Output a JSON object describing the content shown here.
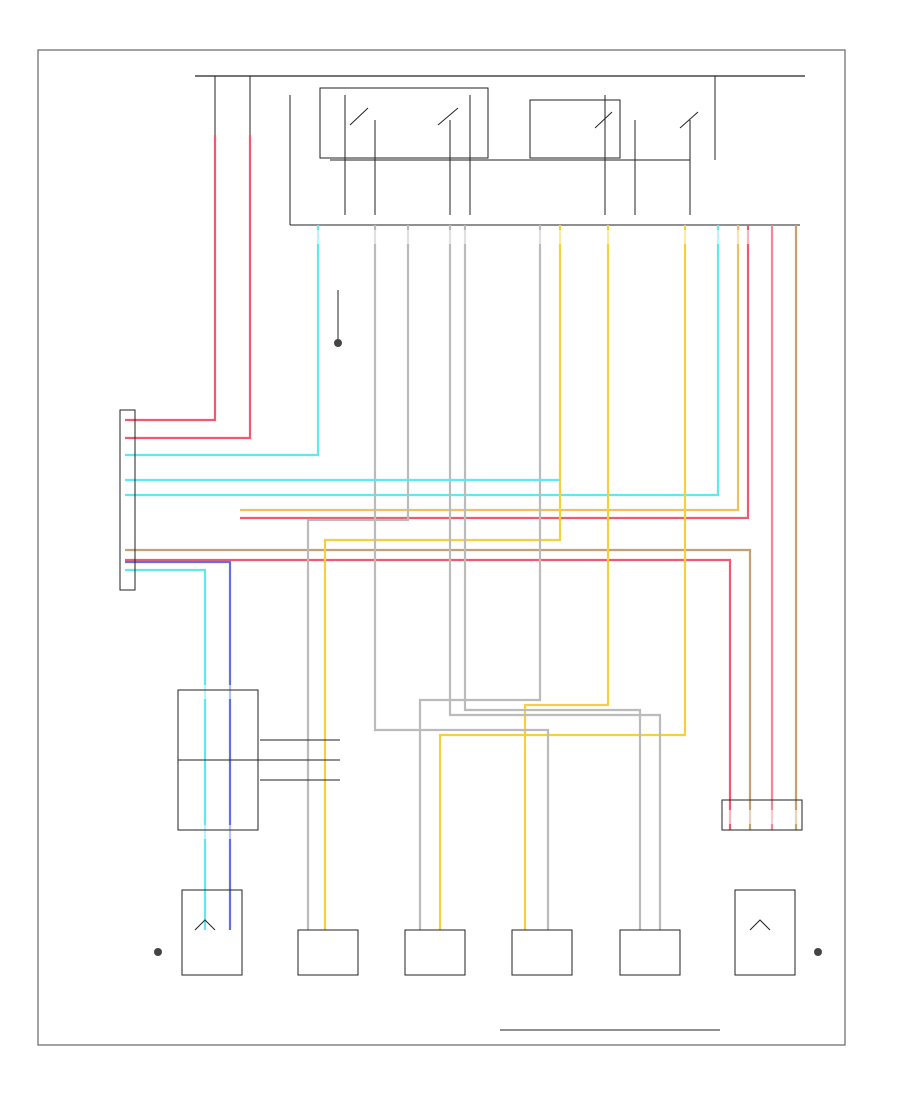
{
  "diagram": {
    "footer_code": "",
    "page_label": "",
    "colors": {
      "frame": "#666666",
      "ink": "#222222",
      "red": "#f05a6e",
      "cyan": "#5fe9ee",
      "orange": "#f0c060",
      "brown": "#c8a070",
      "gray": "#bbbbbb",
      "blue": "#6070e0",
      "yellow": "#f4d040"
    },
    "icons": [
      "ground-symbol",
      "connector-pin",
      "switch-contact"
    ]
  }
}
